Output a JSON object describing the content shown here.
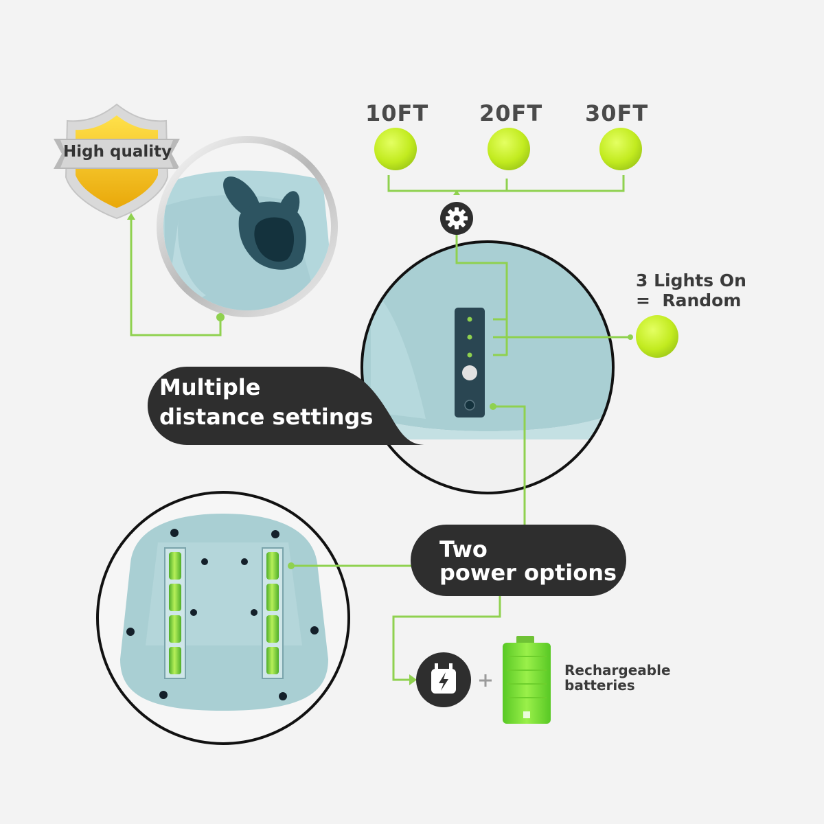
{
  "badge": {
    "text": "High quality"
  },
  "distances": {
    "d1": "10FT",
    "d2": "20FT",
    "d3": "30FT"
  },
  "random_mode": {
    "line1": "3 Lights On",
    "line2": "=  Random"
  },
  "callouts": {
    "distance": {
      "line1": "Multiple",
      "line2": "distance settings"
    },
    "power": {
      "line1": "Two",
      "line2": "power options"
    }
  },
  "battery": {
    "label_line1": "Rechargeable",
    "label_line2": "batteries"
  },
  "icons": {
    "settings": "gear-icon",
    "charger": "charger-plug-icon",
    "battery": "battery-icon",
    "badge": "shield-icon",
    "ball": "tennis-ball-icon"
  },
  "colors": {
    "accent_green": "#8fd14f",
    "ball": "#c9f02c",
    "device": "#a9cfd3",
    "device_dark": "#2d5461",
    "pill": "#2e2e2e",
    "shield_gold": "#f6c60f"
  }
}
